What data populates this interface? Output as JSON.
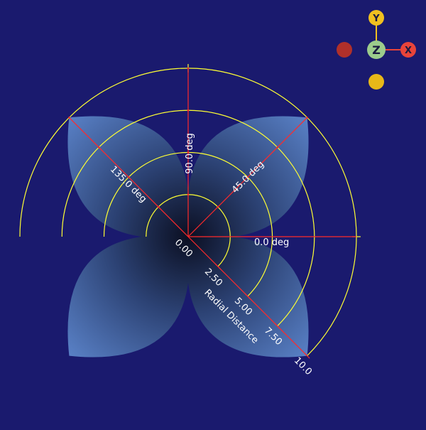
{
  "colors": {
    "background": "#1a1a6e",
    "ring": "#ffff33",
    "spoke": "#ff2a2a",
    "petal_outer": "#5a82c8",
    "petal_inner": "#0b0f22",
    "axis_x": "#e8443a",
    "axis_y": "#f0c020",
    "axis_z": "#9ccc8c",
    "axis_neg_x": "#b0302a",
    "axis_neg_y": "#e8b818"
  },
  "polar": {
    "angle_labels": [
      "0.0 deg",
      "45.0 deg",
      "90.0 deg",
      "135.0 deg"
    ],
    "radial_ticks": [
      "0.00",
      "2.50",
      "5.00",
      "7.50",
      "10.0"
    ],
    "radial_title": "Radial Distance"
  },
  "chart_data": {
    "type": "polar-petal",
    "petal_angles_deg": [
      45,
      135,
      225,
      315
    ],
    "petal_half_width_deg": 45,
    "r_max": 10.0,
    "ring_radii": [
      2.5,
      5.0,
      7.5,
      10.0
    ],
    "ring_span_deg": [
      -45,
      180
    ],
    "spoke_angles_deg": [
      0,
      45,
      90,
      135,
      315
    ]
  },
  "orientation_widget": {
    "x_label": "X",
    "y_label": "Y",
    "z_label": "Z"
  }
}
